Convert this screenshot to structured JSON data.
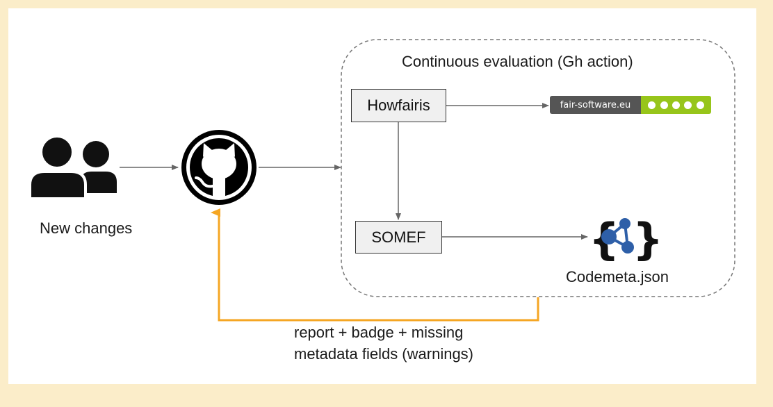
{
  "group": {
    "title": "Continuous evaluation (Gh action)"
  },
  "actor": {
    "label": "New changes"
  },
  "nodes": {
    "howfairis": "Howfairis",
    "somef": "SOMEF",
    "codemeta": "Codemeta.json"
  },
  "badge": {
    "text": "fair-software.eu",
    "dots": 5
  },
  "feedback": {
    "line1": "report + badge + missing",
    "line2": "metadata fields (warnings)"
  },
  "colors": {
    "frame": "#fbedc9",
    "feedback_arrow": "#f5a623",
    "badge_left": "#555555",
    "badge_right": "#97c51a",
    "codemeta_icon": "#2e5fa8"
  },
  "icons": [
    "users-icon",
    "github-icon",
    "codemeta-icon"
  ]
}
